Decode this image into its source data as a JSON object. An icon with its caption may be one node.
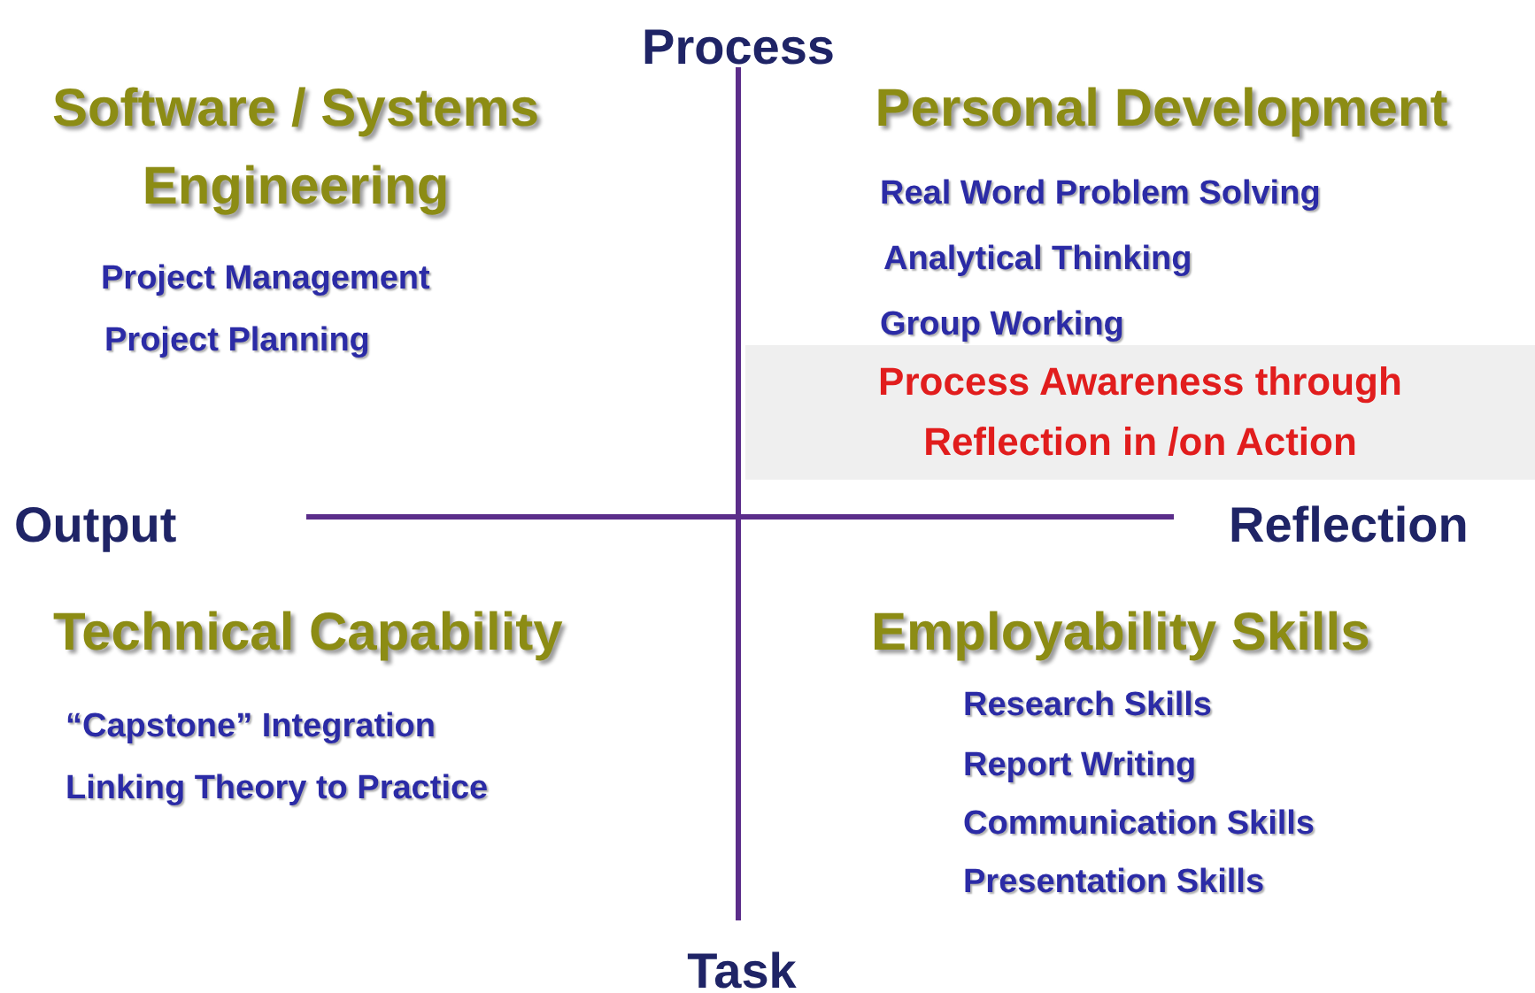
{
  "diagram": {
    "nodes": [
      {
        "text": [
          "Process Awareness through Reflection in /on Action"
        ]
      }
    ],
    "labels": [
      "Process",
      "Software / Systems Engineering",
      "Personal Development",
      "Project Management",
      "Project Planning",
      "Real Word Problem Solving",
      "Analytical Thinking",
      "Group Working",
      "Output",
      "Reflection",
      "Technical Capability",
      "Employability Skills",
      "“Capstone” Integration",
      "Research Skills",
      "Linking Theory to Practice",
      "Report Writing",
      "Communication Skills",
      "Presentation Skills",
      "Task"
    ]
  }
}
